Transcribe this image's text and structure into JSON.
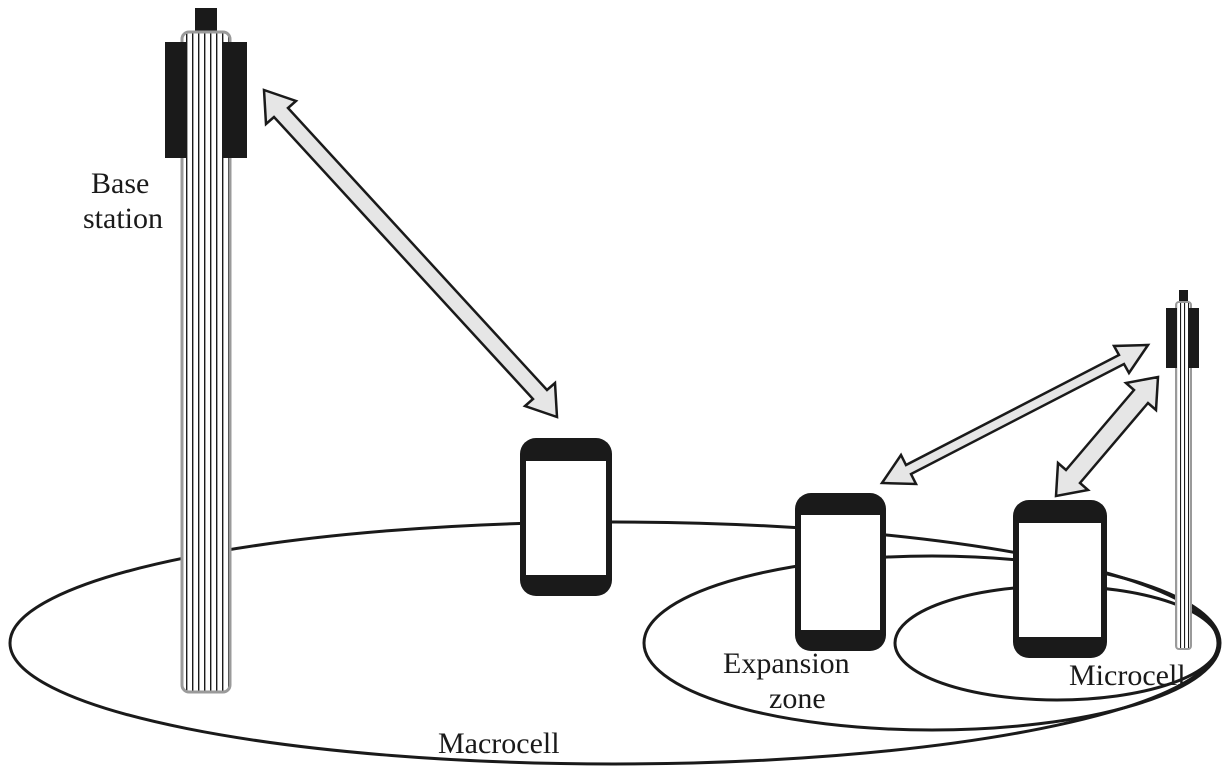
{
  "labels": {
    "base_station_line1": "Base",
    "base_station_line2": "station",
    "expansion_line1": "Expansion",
    "expansion_line2": "zone",
    "microcell": "Microcell",
    "macrocell": "Macrocell"
  },
  "colors": {
    "ink": "#1a1a1a",
    "arrow_fill": "#e6e6e6",
    "tower_stripe": "#9a9a9a"
  }
}
